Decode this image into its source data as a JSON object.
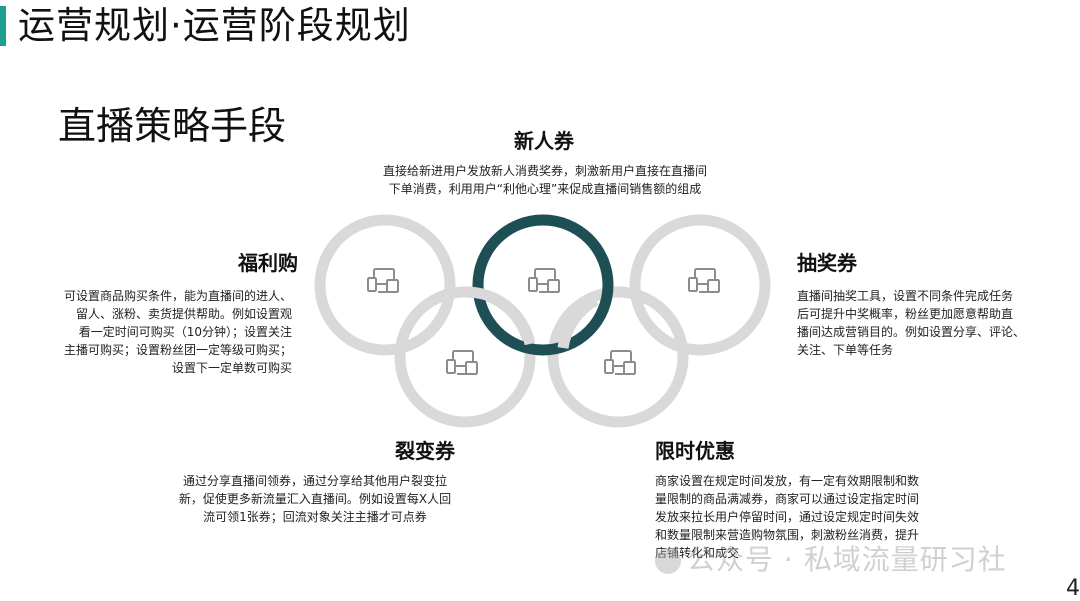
{
  "header": {
    "title": "运营规划·运营阶段规划"
  },
  "section": {
    "title": "直播策略手段"
  },
  "strategies": {
    "new_user": {
      "title": "新人券",
      "desc": [
        "直接给新进用户发放新人消费奖券，刺激新用户直接在直播间",
        "下单消费，利用用户“利他心理”来促成直播间销售额的组成"
      ]
    },
    "welfare": {
      "title": "福利购",
      "desc": [
        "可设置商品购买条件，能为直播间的进人、",
        "留人、涨粉、卖货提供帮助。例如设置观",
        "看一定时间可购买（10分钟）；设置关注",
        "主播可购买；设置粉丝团一定等级可购买；",
        "设置下一定单数可购买"
      ]
    },
    "lottery": {
      "title": "抽奖券",
      "desc": [
        "直播间抽奖工具，设置不同条件完成任务",
        "后可提升中奖概率，粉丝更加愿意帮助直",
        "播间达成营销目的。例如设置分享、评论、",
        "关注、下单等任务"
      ]
    },
    "fission": {
      "title": "裂变券",
      "desc": [
        "通过分享直播间领券，通过分享给其他用户裂变拉",
        "新，促使更多新流量汇入直播间。例如设置每X人回",
        "流可领1张券；回流对象关注主播才可点券"
      ]
    },
    "limited": {
      "title": "限时优惠",
      "desc": [
        "商家设置在规定时间发放，有一定有效期限制和数",
        "量限制的商品满减券，商家可以通过设定指定时间",
        "发放来拉长用户停留时间，通过设定规定时间失效",
        "和数量限制来营造购物氛围，刺激粉丝消费，提升",
        "店铺转化和成交"
      ]
    }
  },
  "watermark": {
    "text": "公众号 · 私域流量研习社"
  },
  "page_number": "4",
  "colors": {
    "accent": "#1f9f8f",
    "ring_dark": "#1d4f54",
    "ring_gray": "#d9d9d9",
    "icon": "#8c8c8c"
  },
  "icons": {
    "ring": "devices-icon"
  }
}
